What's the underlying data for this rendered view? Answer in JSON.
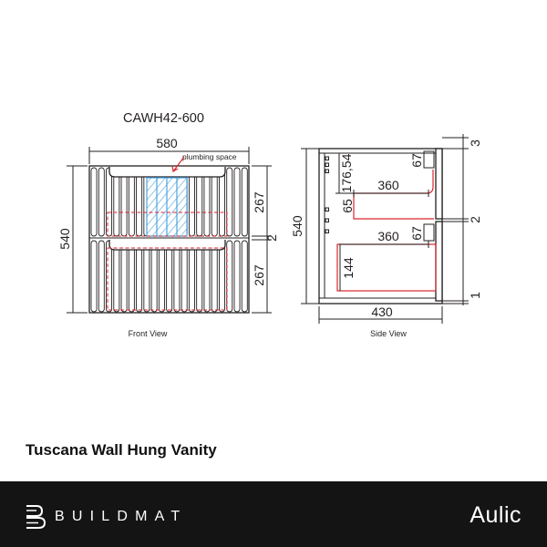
{
  "product_code": "CAWH42-600",
  "product_name": "Tuscana Wall Hung Vanity",
  "front_view": {
    "label": "Front View",
    "width_dim": "580",
    "height_dim": "540",
    "top_drawer_dim": "267",
    "bottom_drawer_dim": "267",
    "gap_dim": "2",
    "plumbing_label": "plumbing space"
  },
  "side_view": {
    "label": "Side View",
    "height_dim": "540",
    "depth_dim": "430",
    "top_drawer_depth": "360",
    "bottom_drawer_depth": "360",
    "top_clearance_dim": "176,54",
    "top_drawer_height": "65",
    "bottom_drawer_height": "144",
    "top_front_dim": "67",
    "bottom_front_dim": "67",
    "gap_top": "3",
    "gap_middle": "2",
    "gap_bottom": "1"
  },
  "footer": {
    "brand_left": "BUILDMAT",
    "brand_right": "Aulic"
  },
  "icons": {
    "brand_logo": "buildmat-logo-icon"
  },
  "colors": {
    "line": "#231f20",
    "plumbing_marker": "#d9262e",
    "plumbing_space": "#4aa3df",
    "footer_background": "#141414",
    "footer_text": "#ffffff"
  }
}
